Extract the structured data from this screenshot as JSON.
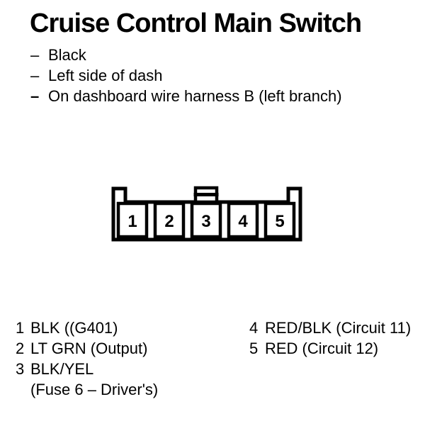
{
  "page": {
    "background_color": "#ffffff",
    "text_color": "#000000"
  },
  "header": {
    "title": "Cruise Control Main Switch",
    "bullets": [
      {
        "dash": "–",
        "text": "Black"
      },
      {
        "dash": "–",
        "text": "Left side of dash"
      },
      {
        "dash": "–",
        "text": "On dashboard wire harness B (left branch)"
      }
    ]
  },
  "connector": {
    "shape": "connector-face-view-5-cavity-with-latch-tab",
    "pins": [
      "1",
      "2",
      "3",
      "4",
      "5"
    ]
  },
  "pinout": {
    "left_column": [
      {
        "pin": "1",
        "label": "BLK ((G401)"
      },
      {
        "pin": "2",
        "label": "LT GRN (Output)"
      },
      {
        "pin": "3",
        "label": "BLK/YEL",
        "continuation": "(Fuse 6 – Driver's)"
      }
    ],
    "right_column": [
      {
        "pin": "4",
        "label": "RED/BLK (Circuit 11)"
      },
      {
        "pin": "5",
        "label": "RED (Circuit 12)"
      }
    ]
  }
}
